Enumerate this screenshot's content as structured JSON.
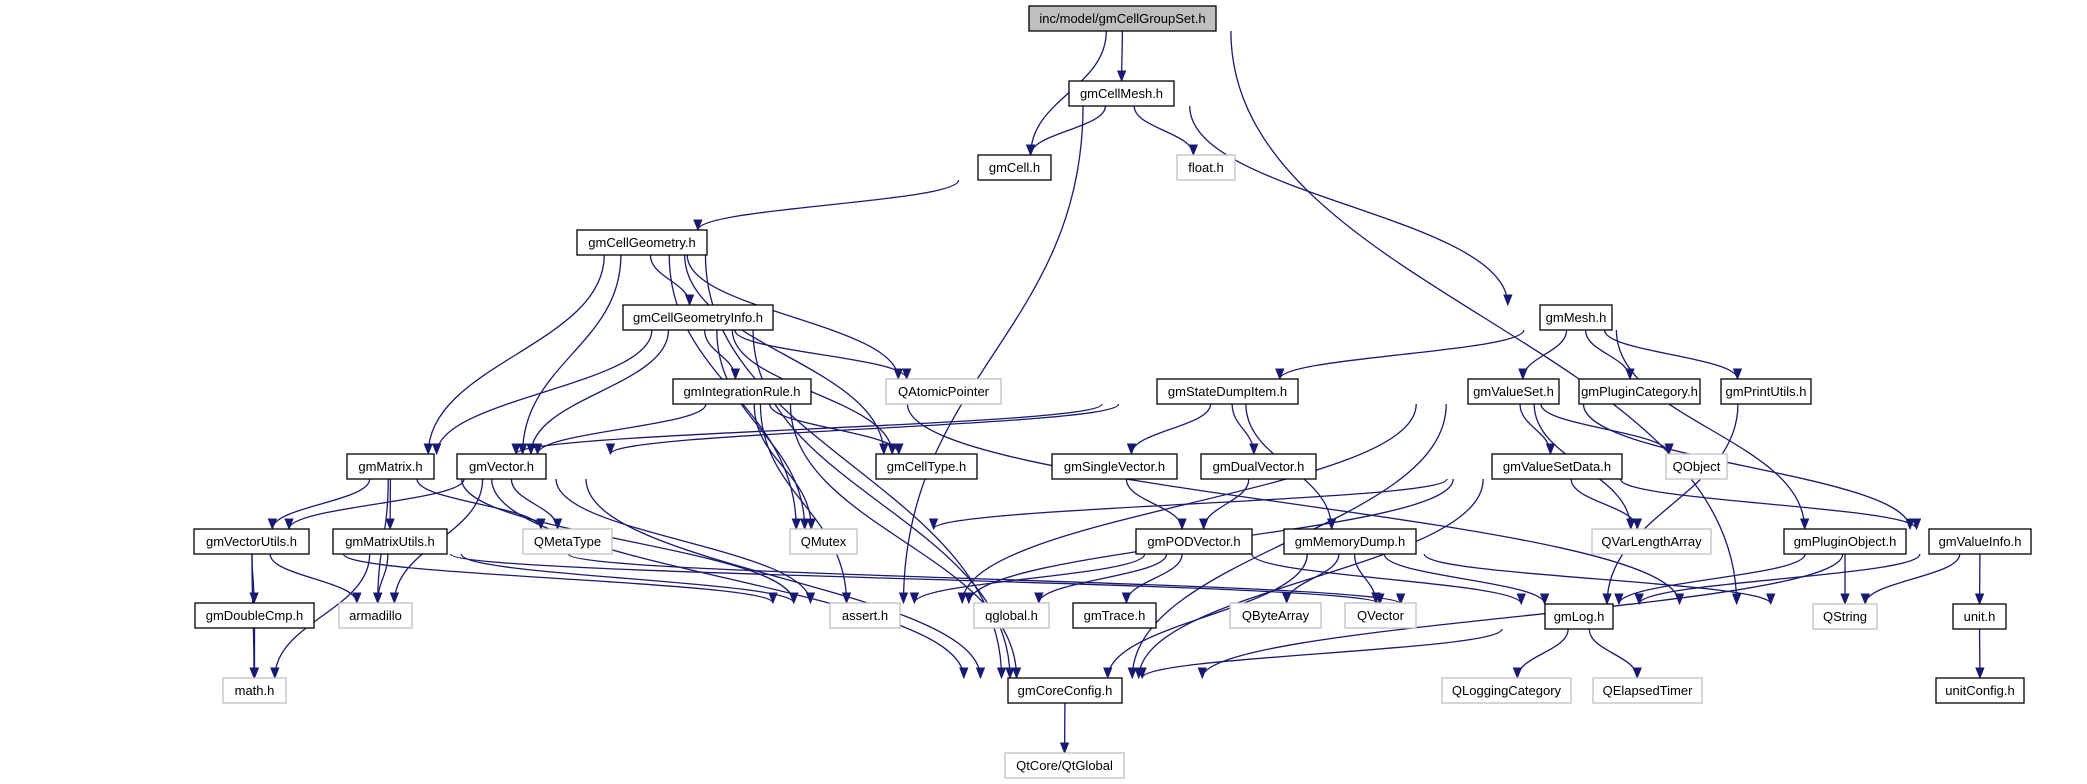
{
  "diagram": {
    "type": "include-dependency-graph",
    "colors": {
      "edge": "#191970",
      "root_fill": "#bfbfbf",
      "root_border": "#000000",
      "project_border": "#000000",
      "external_border": "#bfbfbf",
      "node_fill": "#ffffff"
    },
    "nodes": [
      {
        "id": "root",
        "label": "inc/model/gmCellGroupSet.h",
        "kind": "root"
      },
      {
        "id": "gmCellMesh",
        "label": "gmCellMesh.h",
        "kind": "project"
      },
      {
        "id": "gmCell",
        "label": "gmCell.h",
        "kind": "project"
      },
      {
        "id": "float",
        "label": "float.h",
        "kind": "external"
      },
      {
        "id": "gmCellGeometry",
        "label": "gmCellGeometry.h",
        "kind": "project"
      },
      {
        "id": "gmCellGeometryInfo",
        "label": "gmCellGeometryInfo.h",
        "kind": "project"
      },
      {
        "id": "gmIntegrationRule",
        "label": "gmIntegrationRule.h",
        "kind": "project"
      },
      {
        "id": "QAtomicPointer",
        "label": "QAtomicPointer",
        "kind": "external"
      },
      {
        "id": "gmMesh",
        "label": "gmMesh.h",
        "kind": "project"
      },
      {
        "id": "gmStateDumpItem",
        "label": "gmStateDumpItem.h",
        "kind": "project"
      },
      {
        "id": "gmValueSet",
        "label": "gmValueSet.h",
        "kind": "project"
      },
      {
        "id": "gmPluginCategory",
        "label": "gmPluginCategory.h",
        "kind": "project"
      },
      {
        "id": "gmPrintUtils",
        "label": "gmPrintUtils.h",
        "kind": "project"
      },
      {
        "id": "gmMatrix",
        "label": "gmMatrix.h",
        "kind": "project"
      },
      {
        "id": "gmVector",
        "label": "gmVector.h",
        "kind": "project"
      },
      {
        "id": "gmCellType",
        "label": "gmCellType.h",
        "kind": "project"
      },
      {
        "id": "gmSingleVector",
        "label": "gmSingleVector.h",
        "kind": "project"
      },
      {
        "id": "gmDualVector",
        "label": "gmDualVector.h",
        "kind": "project"
      },
      {
        "id": "gmValueSetData",
        "label": "gmValueSetData.h",
        "kind": "project"
      },
      {
        "id": "QObject",
        "label": "QObject",
        "kind": "external"
      },
      {
        "id": "gmVectorUtils",
        "label": "gmVectorUtils.h",
        "kind": "project"
      },
      {
        "id": "gmMatrixUtils",
        "label": "gmMatrixUtils.h",
        "kind": "project"
      },
      {
        "id": "QMetaType",
        "label": "QMetaType",
        "kind": "external"
      },
      {
        "id": "QMutex",
        "label": "QMutex",
        "kind": "external"
      },
      {
        "id": "gmPODVector",
        "label": "gmPODVector.h",
        "kind": "project"
      },
      {
        "id": "gmMemoryDump",
        "label": "gmMemoryDump.h",
        "kind": "project"
      },
      {
        "id": "QVarLengthArray",
        "label": "QVarLengthArray",
        "kind": "external"
      },
      {
        "id": "gmPluginObject",
        "label": "gmPluginObject.h",
        "kind": "project"
      },
      {
        "id": "gmValueInfo",
        "label": "gmValueInfo.h",
        "kind": "project"
      },
      {
        "id": "gmDoubleCmp",
        "label": "gmDoubleCmp.h",
        "kind": "project"
      },
      {
        "id": "armadillo",
        "label": "armadillo",
        "kind": "external"
      },
      {
        "id": "assert",
        "label": "assert.h",
        "kind": "external"
      },
      {
        "id": "qglobal",
        "label": "qglobal.h",
        "kind": "external"
      },
      {
        "id": "gmTrace",
        "label": "gmTrace.h",
        "kind": "project"
      },
      {
        "id": "QByteArray",
        "label": "QByteArray",
        "kind": "external"
      },
      {
        "id": "QVector",
        "label": "QVector",
        "kind": "external"
      },
      {
        "id": "gmLog",
        "label": "gmLog.h",
        "kind": "project"
      },
      {
        "id": "QString",
        "label": "QString",
        "kind": "external"
      },
      {
        "id": "unit",
        "label": "unit.h",
        "kind": "project"
      },
      {
        "id": "math",
        "label": "math.h",
        "kind": "external"
      },
      {
        "id": "gmCoreConfig",
        "label": "gmCoreConfig.h",
        "kind": "project"
      },
      {
        "id": "QLoggingCategory",
        "label": "QLoggingCategory",
        "kind": "external"
      },
      {
        "id": "QElapsedTimer",
        "label": "QElapsedTimer",
        "kind": "external"
      },
      {
        "id": "unitConfig",
        "label": "unitConfig.h",
        "kind": "project"
      },
      {
        "id": "QtGlobal",
        "label": "QtCore/QtGlobal",
        "kind": "external"
      }
    ],
    "edges": [
      [
        "root",
        "gmCellMesh"
      ],
      [
        "root",
        "gmCell"
      ],
      [
        "root",
        "QString"
      ],
      [
        "gmCellMesh",
        "gmCell"
      ],
      [
        "gmCellMesh",
        "float"
      ],
      [
        "gmCellMesh",
        "assert"
      ],
      [
        "gmCellMesh",
        "gmMesh"
      ],
      [
        "gmCell",
        "gmCellGeometry"
      ],
      [
        "gmCellGeometry",
        "gmCellGeometryInfo"
      ],
      [
        "gmCellGeometry",
        "QAtomicPointer"
      ],
      [
        "gmCellGeometry",
        "gmCellType"
      ],
      [
        "gmCellGeometry",
        "gmMatrix"
      ],
      [
        "gmCellGeometry",
        "gmVector"
      ],
      [
        "gmCellGeometry",
        "QMutex"
      ],
      [
        "gmCellGeometry",
        "gmCoreConfig"
      ],
      [
        "gmCellGeometryInfo",
        "gmIntegrationRule"
      ],
      [
        "gmCellGeometryInfo",
        "QAtomicPointer"
      ],
      [
        "gmCellGeometryInfo",
        "gmCellType"
      ],
      [
        "gmCellGeometryInfo",
        "gmMatrix"
      ],
      [
        "gmCellGeometryInfo",
        "gmVector"
      ],
      [
        "gmCellGeometryInfo",
        "QMutex"
      ],
      [
        "gmCellGeometryInfo",
        "gmCoreConfig"
      ],
      [
        "gmIntegrationRule",
        "gmVector"
      ],
      [
        "gmIntegrationRule",
        "gmCellType"
      ],
      [
        "gmIntegrationRule",
        "QMutex"
      ],
      [
        "gmIntegrationRule",
        "assert"
      ],
      [
        "gmIntegrationRule",
        "gmCoreConfig"
      ],
      [
        "gmIntegrationRule",
        "QString"
      ],
      [
        "gmMesh",
        "gmStateDumpItem"
      ],
      [
        "gmMesh",
        "gmValueSet"
      ],
      [
        "gmMesh",
        "gmPluginCategory"
      ],
      [
        "gmMesh",
        "gmPrintUtils"
      ],
      [
        "gmMesh",
        "gmPluginObject"
      ],
      [
        "gmStateDumpItem",
        "gmMatrix"
      ],
      [
        "gmStateDumpItem",
        "gmVector"
      ],
      [
        "gmStateDumpItem",
        "gmSingleVector"
      ],
      [
        "gmStateDumpItem",
        "gmDualVector"
      ],
      [
        "gmStateDumpItem",
        "gmMemoryDump"
      ],
      [
        "gmValueSet",
        "gmValueSetData"
      ],
      [
        "gmValueSet",
        "QObject"
      ],
      [
        "gmValueSet",
        "QVarLengthArray"
      ],
      [
        "gmValueSet",
        "gmValueInfo"
      ],
      [
        "gmValueSet",
        "assert"
      ],
      [
        "gmValueSet",
        "gmCoreConfig"
      ],
      [
        "gmPrintUtils",
        "gmLog"
      ],
      [
        "gmMatrix",
        "gmVectorUtils"
      ],
      [
        "gmMatrix",
        "gmMatrixUtils"
      ],
      [
        "gmMatrix",
        "QMetaType"
      ],
      [
        "gmMatrix",
        "armadillo"
      ],
      [
        "gmMatrix",
        "assert"
      ],
      [
        "gmMatrix",
        "gmCoreConfig"
      ],
      [
        "gmVector",
        "gmVectorUtils"
      ],
      [
        "gmVector",
        "QMetaType"
      ],
      [
        "gmVector",
        "armadillo"
      ],
      [
        "gmVector",
        "assert"
      ],
      [
        "gmVector",
        "gmCoreConfig"
      ],
      [
        "gmSingleVector",
        "gmPODVector"
      ],
      [
        "gmDualVector",
        "gmPODVector"
      ],
      [
        "gmValueSetData",
        "QVarLengthArray"
      ],
      [
        "gmValueSetData",
        "gmValueInfo"
      ],
      [
        "gmValueSetData",
        "QMutex"
      ],
      [
        "gmValueSetData",
        "assert"
      ],
      [
        "gmValueSetData",
        "gmCoreConfig"
      ],
      [
        "gmVectorUtils",
        "gmDoubleCmp"
      ],
      [
        "gmVectorUtils",
        "armadillo"
      ],
      [
        "gmVectorUtils",
        "math"
      ],
      [
        "gmVectorUtils",
        "assert"
      ],
      [
        "gmVectorUtils",
        "gmLog"
      ],
      [
        "gmMatrixUtils",
        "armadillo"
      ],
      [
        "gmMatrixUtils",
        "math"
      ],
      [
        "gmMatrixUtils",
        "assert"
      ],
      [
        "gmMatrixUtils",
        "gmLog"
      ],
      [
        "gmPODVector",
        "assert"
      ],
      [
        "gmPODVector",
        "qglobal"
      ],
      [
        "gmPODVector",
        "gmTrace"
      ],
      [
        "gmPODVector",
        "gmLog"
      ],
      [
        "gmMemoryDump",
        "QByteArray"
      ],
      [
        "gmMemoryDump",
        "QVector"
      ],
      [
        "gmMemoryDump",
        "gmLog"
      ],
      [
        "gmMemoryDump",
        "QString"
      ],
      [
        "gmMemoryDump",
        "gmCoreConfig"
      ],
      [
        "gmPluginObject",
        "QString"
      ],
      [
        "gmPluginObject",
        "gmLog"
      ],
      [
        "gmValueInfo",
        "QString"
      ],
      [
        "gmValueInfo",
        "unit"
      ],
      [
        "gmValueInfo",
        "gmLog"
      ],
      [
        "gmValueInfo",
        "gmCoreConfig"
      ],
      [
        "gmDoubleCmp",
        "math"
      ],
      [
        "gmLog",
        "gmCoreConfig"
      ],
      [
        "gmLog",
        "QLoggingCategory"
      ],
      [
        "gmLog",
        "QElapsedTimer"
      ],
      [
        "unit",
        "unitConfig"
      ],
      [
        "gmCoreConfig",
        "QtGlobal"
      ]
    ]
  }
}
